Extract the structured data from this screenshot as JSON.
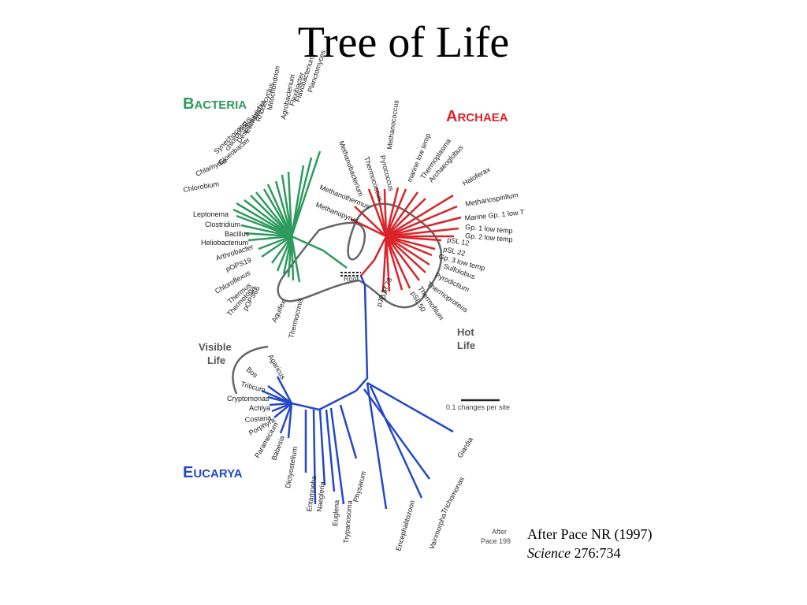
{
  "title": "Tree of Life",
  "domains": {
    "bacteria": {
      "big": "B",
      "rest": "ACTERIA",
      "color": "#2e9a5e"
    },
    "archaea": {
      "big": "A",
      "rest": "RCHAEA",
      "color": "#d9242a"
    },
    "eucarya": {
      "big": "E",
      "rest": "UCARYA",
      "color": "#2448c8"
    }
  },
  "labels": {
    "root": "Root",
    "visible_life": [
      "Visible",
      "Life"
    ],
    "hot_life": [
      "Hot",
      "Life"
    ],
    "scale": "0.1 changes per site",
    "after_pace": [
      "After",
      "Pace 199"
    ]
  },
  "citation": {
    "line1": "After Pace NR (1997)",
    "journal": "Science",
    "ref": " 276:734"
  },
  "colors": {
    "bacteria": "#2e9a5e",
    "archaea": "#d9242a",
    "eucarya": "#2448c8",
    "outline": "#666666"
  },
  "taxa": {
    "bacteria": [
      "Planctomyces",
      "Flavobacterium",
      "Flexibacter",
      "Agrobacterium",
      "Mitochondrion",
      "Rhodocyclus",
      "Escherichia",
      "Desulfovibrio",
      "chloroplast",
      "Synechococcus",
      "Gloeobacter",
      "Chlamydia",
      "Chlorobium",
      "Leptonema",
      "Clostridium",
      "Bacillus",
      "Heliobacterium",
      "Arthrobacter",
      "pOPS19",
      "Chloroflexus",
      "Thermus",
      "Thermotoga",
      "pOPS66",
      "Aquifex",
      "Thermocrinis"
    ],
    "archaea": [
      "Methanothermus",
      "Methanopyrus",
      "Methanobacterium",
      "Thermococcus",
      "Pyrococcus",
      "Methanococcus",
      "marine low temp",
      "Thermoplasma",
      "Archaeoglobus",
      "Haloferax",
      "Methanospirillum",
      "Marine Gp. 1 low T",
      "Gp. 1 low temp",
      "Gp. 2 low temp",
      "pSL 12",
      "pSL 22",
      "Gp. 3 low temp",
      "Sulfolobus",
      "Pyrodictium",
      "Thermoproteus",
      "Thermofilum",
      "pSL 50",
      "pJP 78",
      "pJP 27"
    ],
    "eucarya": [
      "Agaricus",
      "Bos",
      "Triticum",
      "Cryptomonas",
      "Achlya",
      "Costaria",
      "Porphyra",
      "Paramecium",
      "Babesia",
      "Dictyostelium",
      "Entamoeba",
      "Naegleria",
      "Euglena",
      "Trypanosoma",
      "Physarum",
      "Encephalitozoon",
      "Vairimorpha",
      "Trichomonas",
      "Giardia"
    ]
  }
}
